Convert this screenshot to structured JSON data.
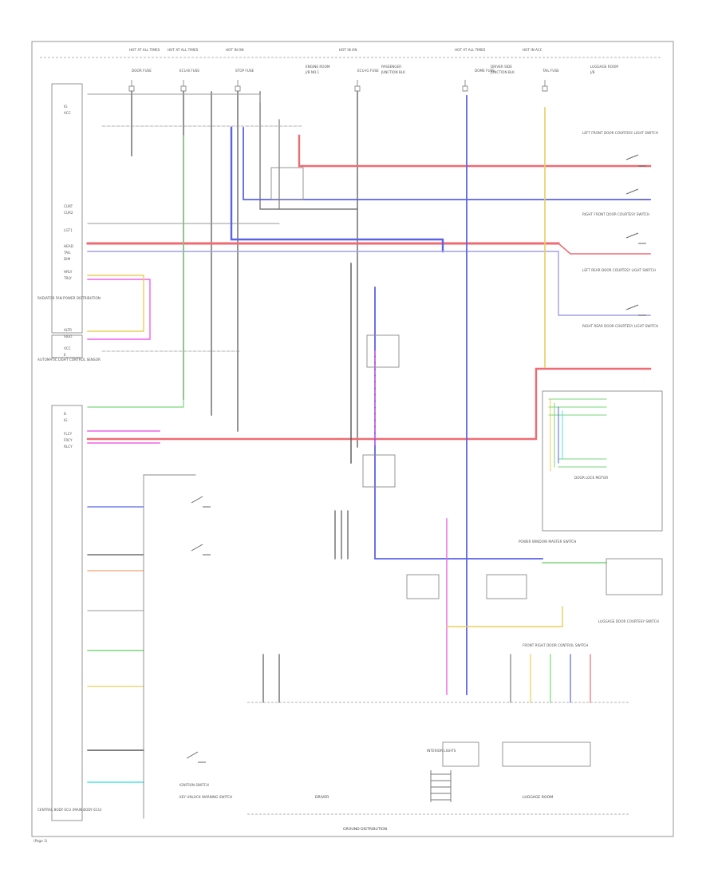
{
  "page": {
    "footer_code": "(Page 1)"
  },
  "fuses": {
    "hot_start": "HOT AT ALL TIMES",
    "hot_run_1": "HOT IN ON",
    "hot_acc": "HOT IN ACC",
    "f1": "DOOR FUSE",
    "f2": "ECU-B FUSE",
    "f3": "STOP FUSE",
    "f4": "ECU-IG FUSE",
    "f5": "DOME FUSE",
    "f6": "TAIL FUSE"
  },
  "left_modules": {
    "smart_key_ecu": "RADIATOR FAN POWER DISTRIBUTION",
    "body_ecu": "AUTOMATIC LIGHT CONTROL SENSOR",
    "main_body": "CENTRAL BODY ECU (MAIN BODY ECU)",
    "gateway": "ENGINE ROOM JUNCTION BLOCK"
  },
  "switches": {
    "front_left_door": "LEFT FRONT DOOR COURTESY LIGHT SWITCH",
    "front_right_door": "RIGHT FRONT DOOR COURTESY SWITCH",
    "rear_left_door": "LEFT REAR DOOR COURTESY LIGHT SWITCH",
    "rear_right_door": "RIGHT REAR DOOR COURTESY LIGHT SWITCH",
    "door_lock_motor": "DOOR LOCK MOTOR",
    "power_window": "POWER WINDOW MASTER SWITCH",
    "ignition": "IGNITION SWITCH",
    "key_unlock": "KEY UNLOCK WARNING SWITCH",
    "luggage_door": "LUGGAGE DOOR COURTESY SWITCH"
  },
  "bottom": {
    "left_group": "DRIVER",
    "right_group": "LUGGAGE ROOM",
    "ground_label": "GROUND DISTRIBUTION",
    "ground_left": "FRONT RIGHT DOOR CONTROL SWITCH",
    "connector": "INTERIOR LIGHTS"
  },
  "wire_colors": {
    "red": "#ef6b73",
    "blue": "#5a63e6",
    "pink": "#ef62e6",
    "orange": "#f0a070",
    "yellow": "#e8cf5a",
    "green": "#7ad67a",
    "cyan": "#4ee3e8",
    "gray": "#7a7a7a",
    "dark": "#555555",
    "light": "#bdbdbd"
  }
}
